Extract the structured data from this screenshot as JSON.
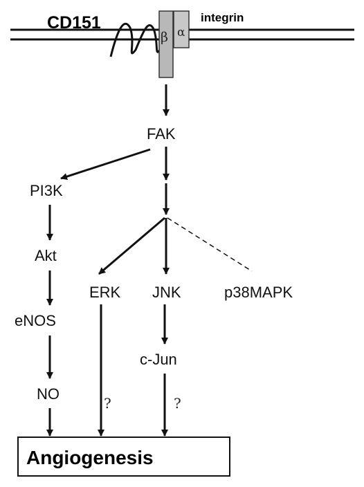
{
  "membrane": {
    "protein_label": "CD151",
    "receptor_label": "integrin",
    "beta_subunit": "β",
    "alpha_subunit": "α"
  },
  "nodes": {
    "fak": "FAK",
    "pi3k": "PI3K",
    "akt": "Akt",
    "enos": "eNOS",
    "no": "NO",
    "erk": "ERK",
    "jnk": "JNK",
    "p38": "p38MAPK",
    "cjun": "c-Jun",
    "angiogenesis": "Angiogenesis"
  },
  "unknown_links": [
    "?",
    "?"
  ]
}
